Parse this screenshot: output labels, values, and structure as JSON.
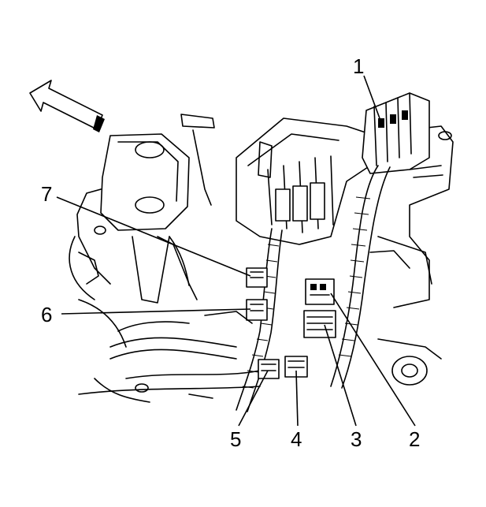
{
  "figure": {
    "callouts": [
      {
        "id": "1",
        "label": "1"
      },
      {
        "id": "2",
        "label": "2"
      },
      {
        "id": "3",
        "label": "3"
      },
      {
        "id": "4",
        "label": "4"
      },
      {
        "id": "5",
        "label": "5"
      },
      {
        "id": "6",
        "label": "6"
      },
      {
        "id": "7",
        "label": "7"
      }
    ],
    "direction_icon": "front-direction-arrow-icon"
  }
}
